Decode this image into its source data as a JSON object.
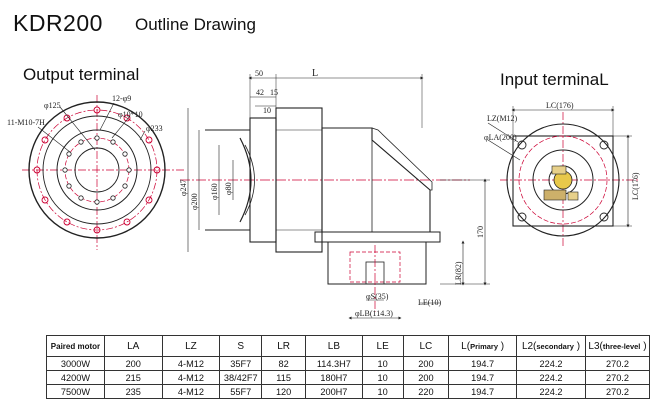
{
  "header": {
    "model": "KDR200",
    "title": "Outline Drawing"
  },
  "views": {
    "output_label": "Output terminal",
    "input_label": "Input terminaL"
  },
  "dims": {
    "output": [
      "φ125",
      "12-φ9",
      "φ10*10",
      "11-M10-7H",
      "φ233"
    ],
    "side_top": [
      "50",
      "L",
      "42",
      "15",
      "10"
    ],
    "side_vertical": [
      "φ247",
      "φ200",
      "φ160",
      "φ80"
    ],
    "side_right": [
      "170",
      "LR(82)"
    ],
    "side_bottom": [
      "φS(35)",
      "LE(10)",
      "φLB(114.3)"
    ],
    "input": [
      "LZ(M12)",
      "φLA(200)",
      "LC(176)",
      "LC(176)"
    ]
  },
  "table": {
    "headers": [
      "Paired motor",
      "LA",
      "LZ",
      "S",
      "LR",
      "LB",
      "LE",
      "LC"
    ],
    "l_headers": [
      {
        "prefix": "L(",
        "sub": "Primary",
        "suffix": ")"
      },
      {
        "prefix": "L2(",
        "sub": "secondary",
        "suffix": ")"
      },
      {
        "prefix": "L3(",
        "sub": "three-level",
        "suffix": ")"
      }
    ],
    "rows": [
      [
        "3000W",
        "200",
        "4-M12",
        "35F7",
        "82",
        "114.3H7",
        "10",
        "200",
        "194.7",
        "224.2",
        "270.2"
      ],
      [
        "4200W",
        "215",
        "4-M12",
        "38/42F7",
        "115",
        "180H7",
        "10",
        "200",
        "194.7",
        "224.2",
        "270.2"
      ],
      [
        "7500W",
        "235",
        "4-M12",
        "55F7",
        "120",
        "200H7",
        "10",
        "220",
        "194.7",
        "224.2",
        "270.2"
      ]
    ]
  }
}
